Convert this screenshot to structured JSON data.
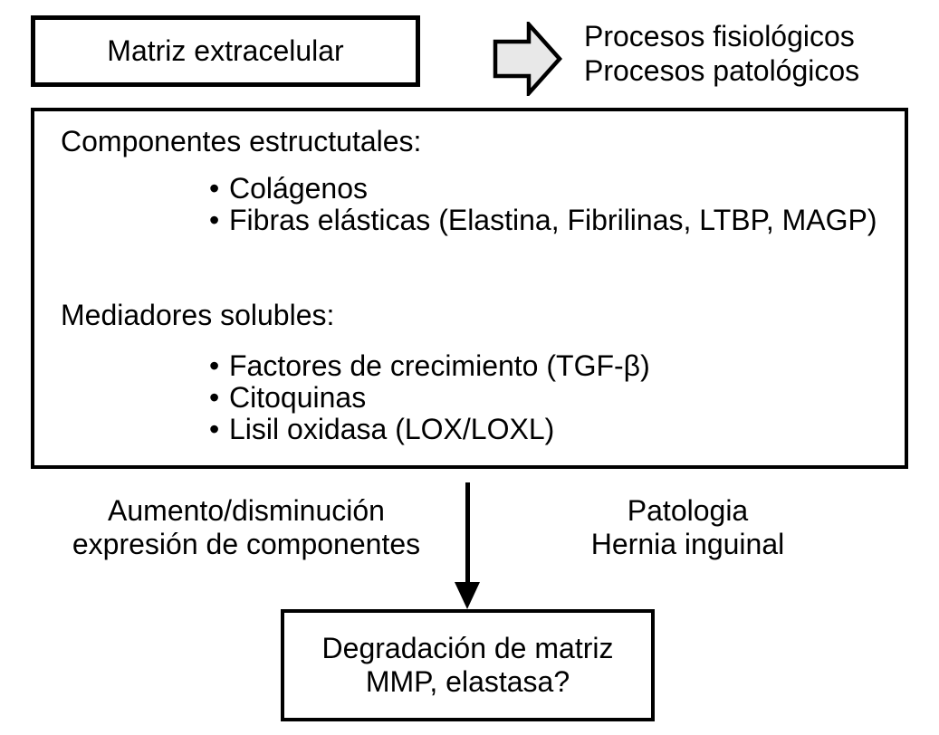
{
  "diagram": {
    "matrix_box": {
      "label": "Matriz extracelular"
    },
    "processes": {
      "line1": "Procesos fisiológicos",
      "line2": "Procesos patológicos"
    },
    "components_box": {
      "structural_title": "Componentes estructutales:",
      "structural_items": [
        "Colágenos",
        "Fibras elásticas (Elastina, Fibrilinas, LTBP, MAGP)"
      ],
      "mediators_title": "Mediadores solubles:",
      "mediators_items": [
        "Factores de crecimiento (TGF-β)",
        "Citoquinas",
        "Lisil oxidasa (LOX/LOXL)"
      ]
    },
    "left_note": {
      "line1": "Aumento/disminución",
      "line2": "expresión de componentes"
    },
    "right_note": {
      "line1": "Patologia",
      "line2": "Hernia inguinal"
    },
    "outcome_box": {
      "line1": "Degradación de matriz",
      "line2": "MMP, elastasa?"
    },
    "colors": {
      "background": "#ffffff",
      "outline": "#000000",
      "arrow_fill": "#e8e8e8"
    }
  }
}
